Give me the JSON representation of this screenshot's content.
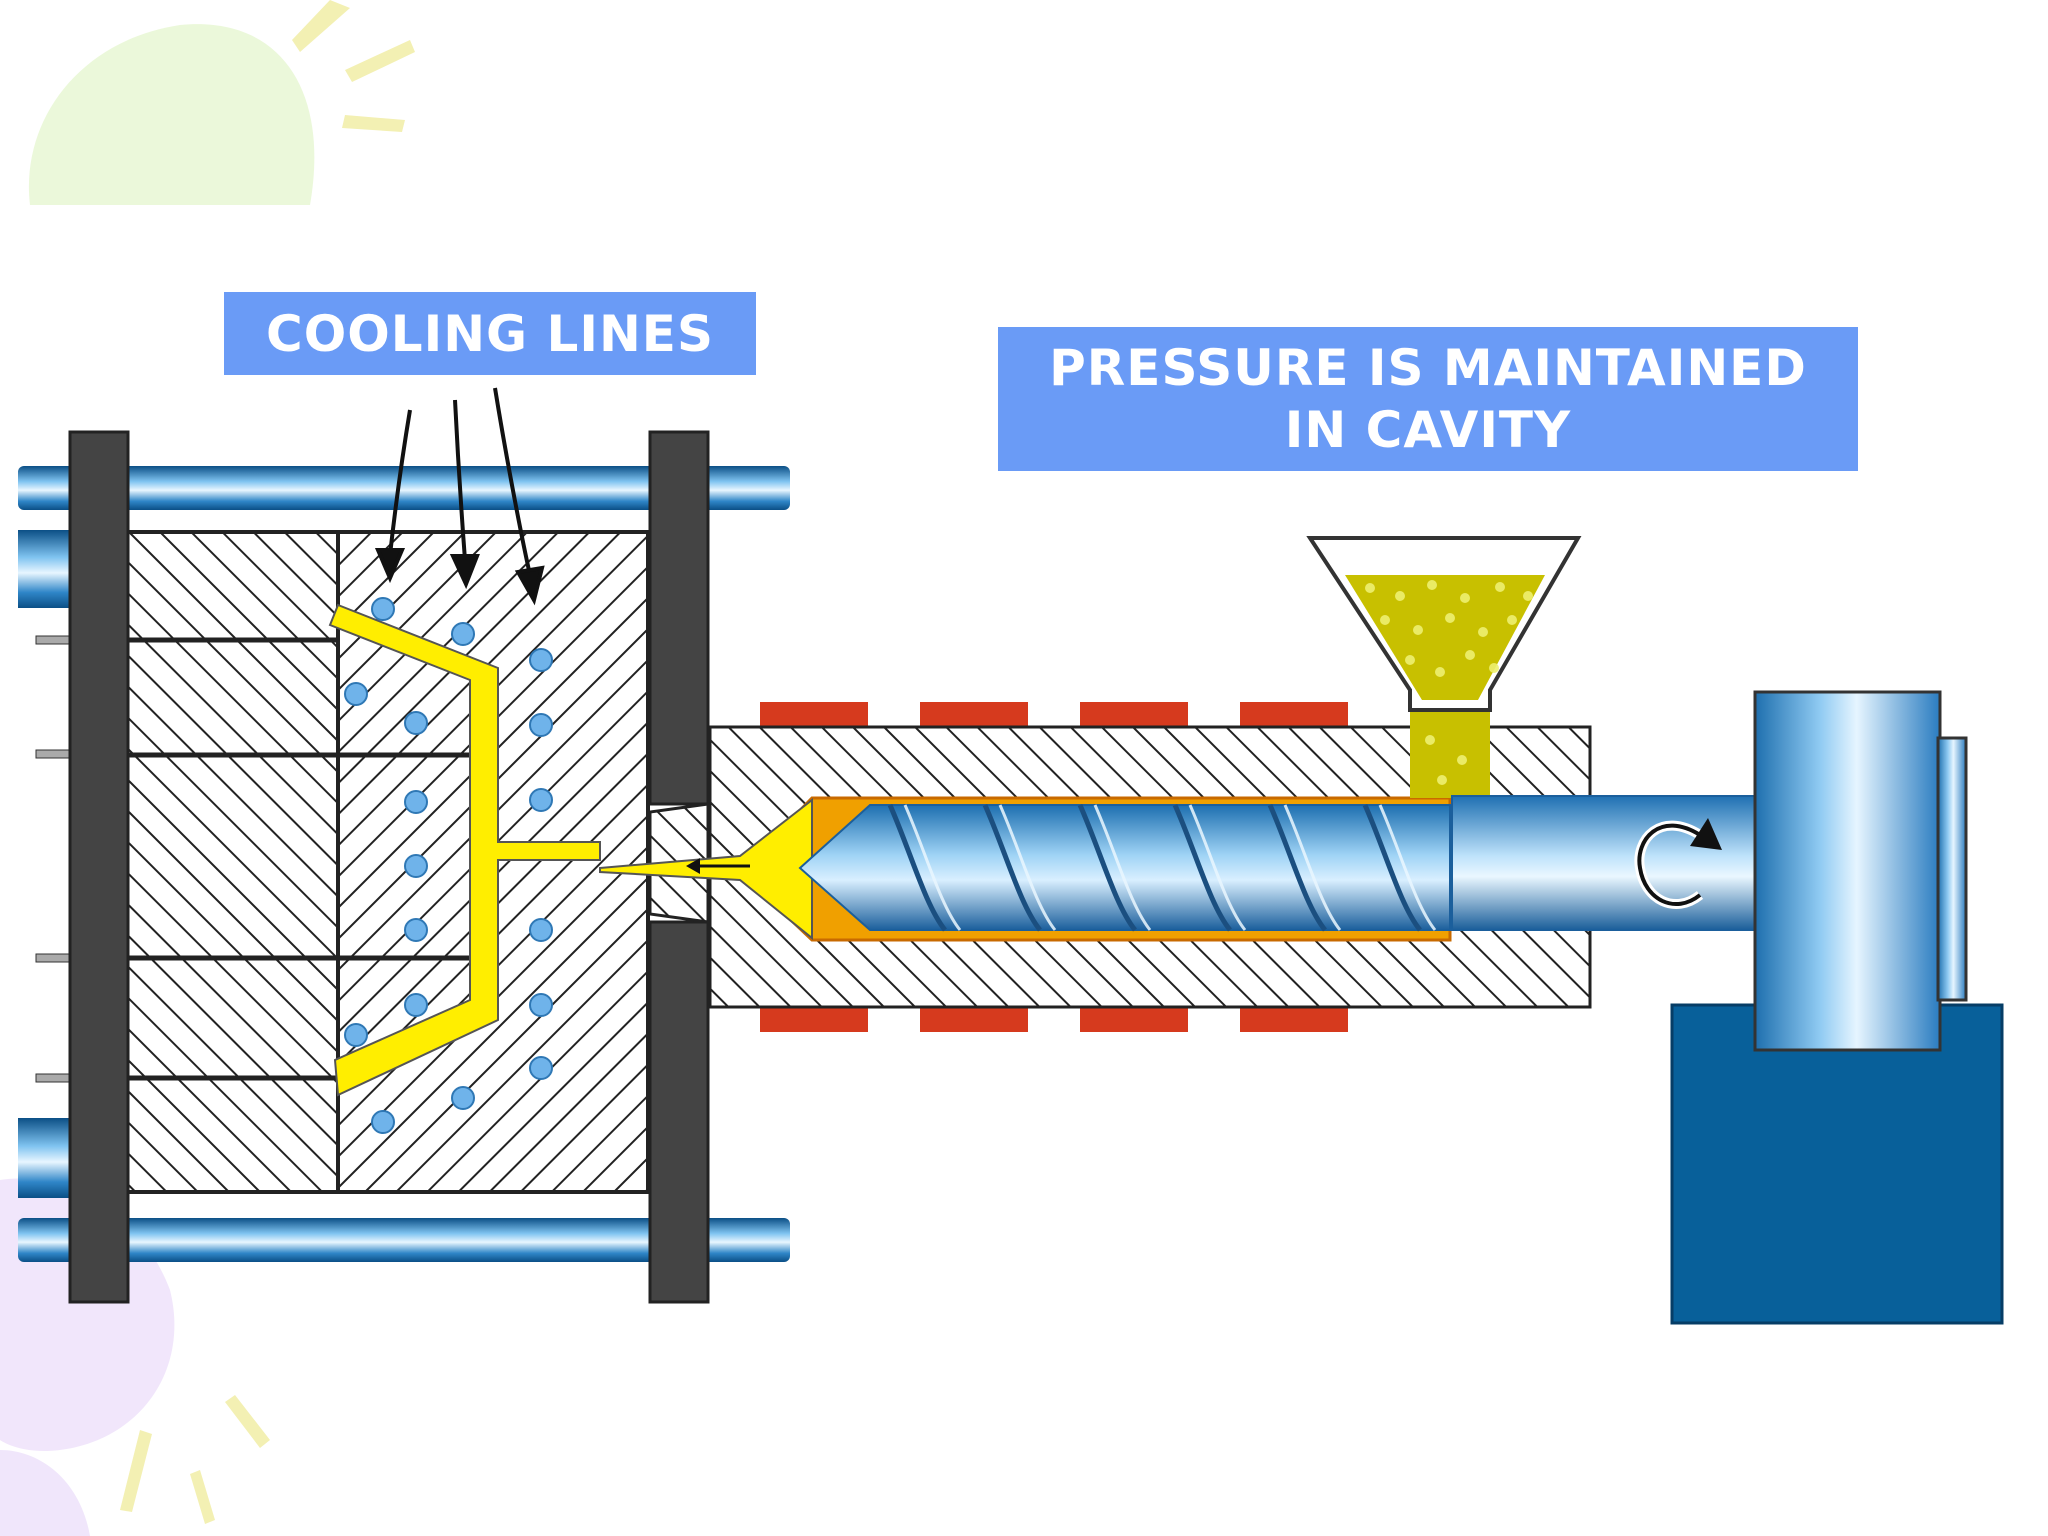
{
  "labels": {
    "cooling_lines": "COOLING LINES",
    "pressure_line1": "PRESSURE IS MAINTAINED",
    "pressure_line2": "IN CAVITY"
  },
  "colors": {
    "label_fill": "#6a9bf6",
    "part_fill": "#ffee00",
    "melt_fill": "#f0a000",
    "heater_fill": "#d63a1e",
    "platen_fill": "#444444",
    "motor_base": "#08609a",
    "cooling_dot": "#6fb3ea",
    "pellet": "#c8c000"
  },
  "icons": {
    "screw_rotation": "rotation-arrow-icon"
  }
}
